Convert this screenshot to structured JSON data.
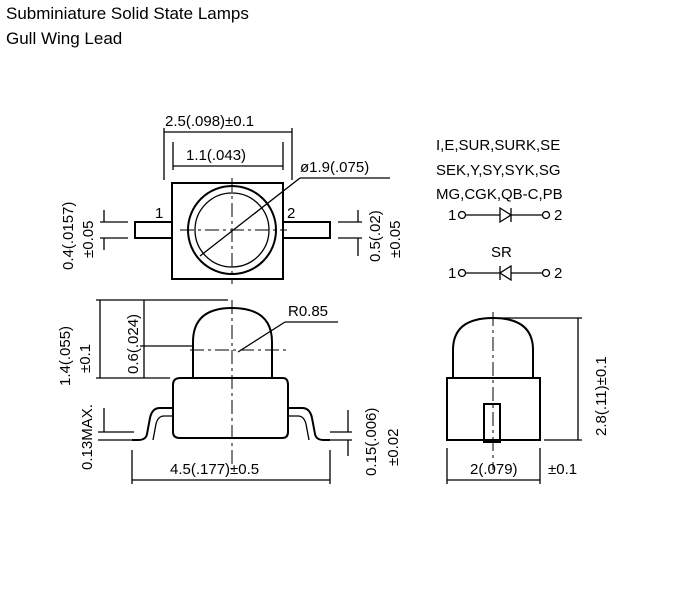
{
  "header": {
    "title": "Subminiature Solid State Lamps",
    "subtitle": "Gull Wing Lead"
  },
  "top_view": {
    "width_dim": "2.5(.098)±0.1",
    "lens_width_dim": "1.1(.043)",
    "diameter_dim": "ø1.9(.075)",
    "pin1_label": "1",
    "pin2_label": "2",
    "lead_width_left": "0.4(.0157)",
    "lead_width_left_tol": "±0.05",
    "lead_width_right": "0.5(.02)",
    "lead_width_right_tol": "±0.05"
  },
  "side_view": {
    "lens_height": "1.4(.055)",
    "lens_height_tol": "±0.1",
    "dome_height": "0.6(.024)",
    "radius": "R0.85",
    "standoff": "0.13MAX.",
    "lead_thickness": "0.15(.006)",
    "lead_thickness_tol": "±0.02",
    "length_dim": "4.5(.177)±0.5"
  },
  "end_view": {
    "height_dim": "2.8(.11)±0.1",
    "width_dim": "2(.079)",
    "width_tol": "±0.1"
  },
  "polarity": {
    "codes_line1": "I,E,SUR,SURK,SE",
    "codes_line2": "SEK,Y,SY,SYK,SG",
    "codes_line3": "MG,CGK,QB-C,PB",
    "normal_pin_left": "1",
    "normal_pin_right": "2",
    "reverse_label": "SR",
    "reverse_pin_left": "1",
    "reverse_pin_right": "2"
  }
}
